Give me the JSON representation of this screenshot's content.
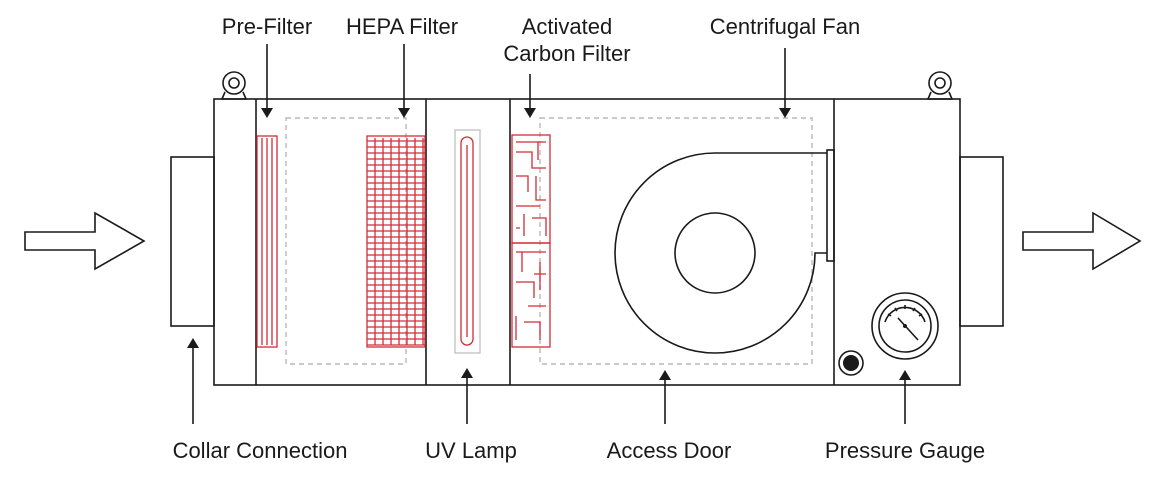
{
  "labels": {
    "pre_filter": "Pre-Filter",
    "hepa_filter": "HEPA Filter",
    "activated_line1": "Activated",
    "activated_line2": "Carbon Filter",
    "centrifugal_fan": "Centrifugal Fan",
    "collar_connection": "Collar Connection",
    "uv_lamp": "UV Lamp",
    "access_door": "Access Door",
    "pressure_gauge": "Pressure Gauge"
  },
  "colors": {
    "outline": "#1a1a1a",
    "filter_red": "#d02c38",
    "dashed_gray": "#b9b9b9"
  }
}
